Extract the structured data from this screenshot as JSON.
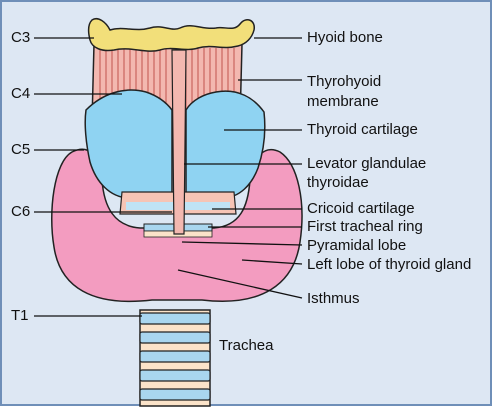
{
  "vertebral_levels": [
    "C3",
    "C4",
    "C5",
    "C6",
    "T1"
  ],
  "labels": {
    "hyoid_bone": "Hyoid bone",
    "thyrohyoid_membrane_1": "Thyrohyoid",
    "thyrohyoid_membrane_2": "membrane",
    "thyroid_cartilage": "Thyroid cartilage",
    "levator_1": "Levator glandulae",
    "levator_2": "thyroidae",
    "cricoid_cartilage": "Cricoid cartilage",
    "first_tracheal_ring": "First tracheal ring",
    "pyramidal_lobe": "Pyramidal lobe",
    "left_lobe": "Left lobe of thyroid gland",
    "isthmus": "Isthmus",
    "trachea": "Trachea"
  },
  "colors": {
    "background": "#dde7f3",
    "hyoid": "#f2df7a",
    "membrane": "#f3b8b0",
    "cartilage": "#8fd3f2",
    "gland": "#f39cc0",
    "trachea_ring": "#a9d6ef",
    "trachea_gap": "#fbe3c9"
  }
}
